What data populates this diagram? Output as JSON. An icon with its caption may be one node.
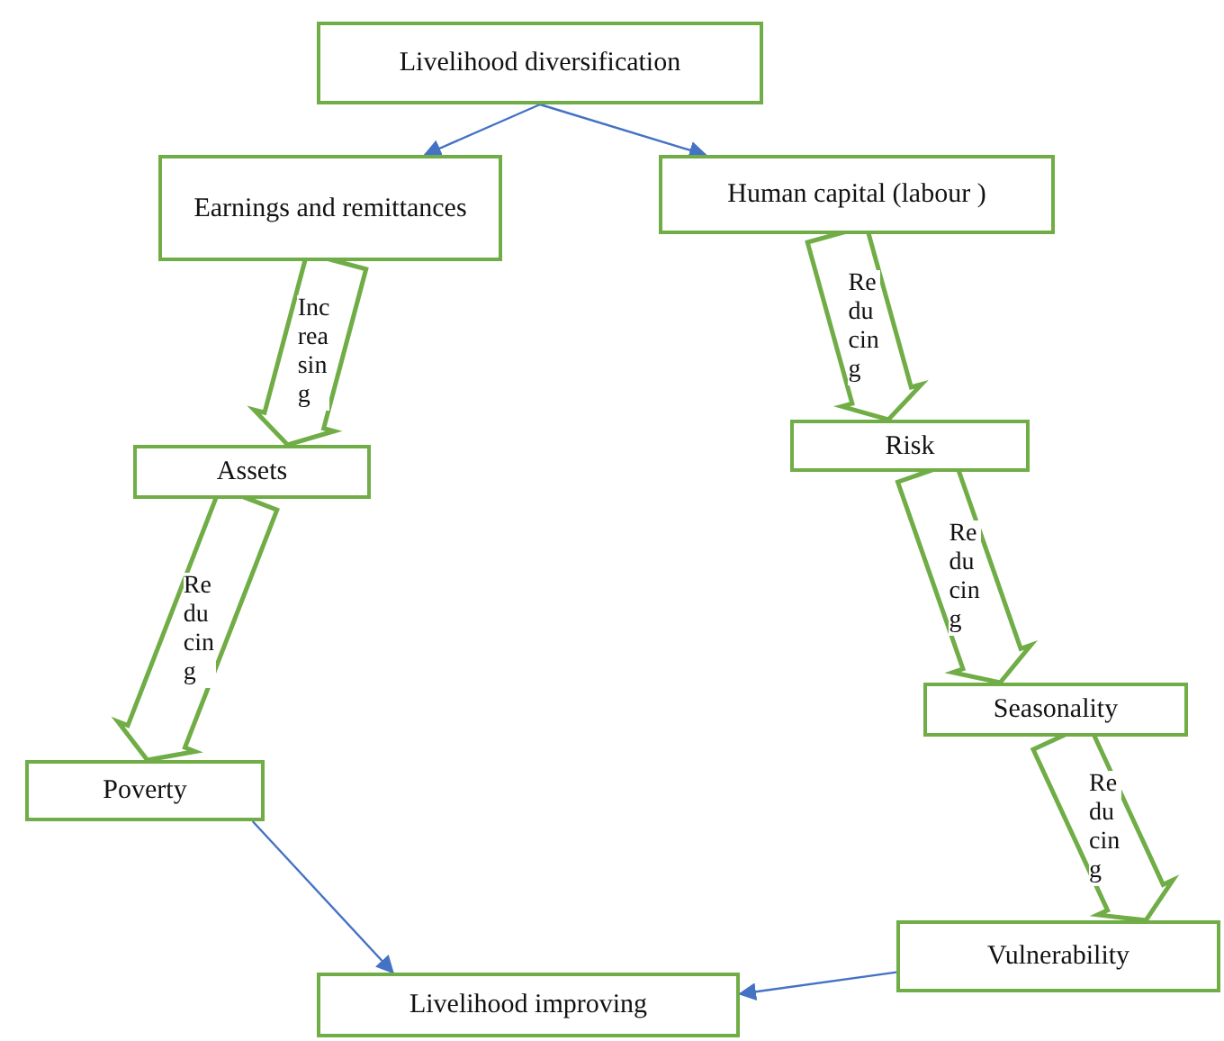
{
  "diagram": {
    "nodes": [
      {
        "text": [
          "Livelihood diversification"
        ]
      },
      {
        "text": [
          "Earnings and remittances"
        ]
      },
      {
        "text": [
          "Human capital (labour )"
        ]
      },
      {
        "text": [
          "Risk"
        ]
      },
      {
        "text": [
          "Assets"
        ]
      },
      {
        "text": [
          "Seasonality"
        ]
      },
      {
        "text": [
          "Poverty"
        ]
      },
      {
        "text": [
          "Vulnerability"
        ]
      },
      {
        "text": [
          "Livelihood improving"
        ]
      }
    ],
    "edges": [
      {
        "from": 0,
        "to": 1,
        "arrow": "to"
      },
      {
        "from": 0,
        "to": 2,
        "arrow": "to"
      },
      {
        "from": 1,
        "to": 4,
        "arrow": "to",
        "label": "Increasing",
        "style": "thick"
      },
      {
        "from": 4,
        "to": 6,
        "arrow": "to",
        "label": "Reducing",
        "style": "thick"
      },
      {
        "from": 2,
        "to": 3,
        "arrow": "to",
        "label": "Reducing",
        "style": "thick"
      },
      {
        "from": 3,
        "to": 5,
        "arrow": "to",
        "label": "Reducing",
        "style": "thick"
      },
      {
        "from": 5,
        "to": 7,
        "arrow": "to",
        "label": "Reducing",
        "style": "thick"
      },
      {
        "from": 6,
        "to": 8,
        "arrow": "to"
      },
      {
        "from": 7,
        "to": 8,
        "arrow": "to"
      }
    ]
  }
}
